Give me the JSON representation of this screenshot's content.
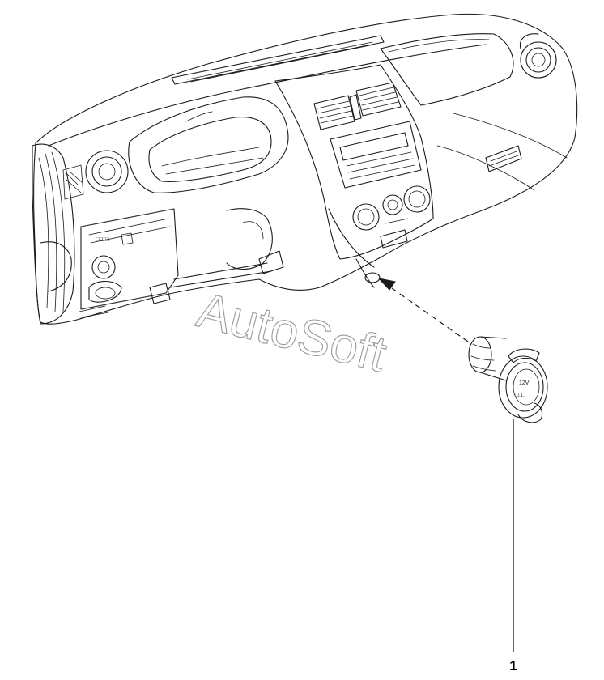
{
  "watermark": "AutoSoft",
  "callouts": [
    {
      "label": "1",
      "part": "cigarette-lighter-socket"
    }
  ]
}
